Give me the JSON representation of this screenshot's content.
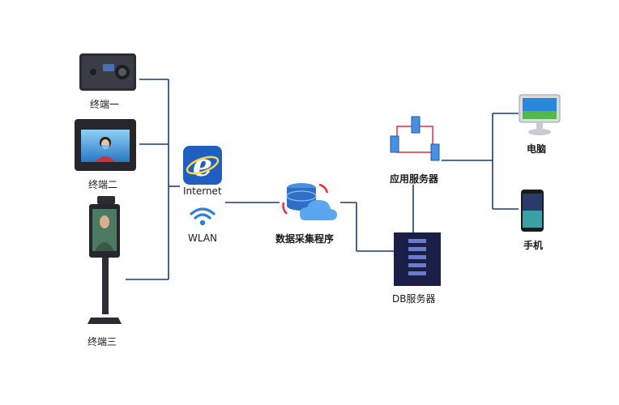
{
  "terminals": {
    "t1": "终端一",
    "t2": "终端二",
    "t3": "终端三"
  },
  "network": {
    "internet": "Internet",
    "wlan": "WLAN"
  },
  "collector": "数据采集程序",
  "app_server": "应用服务器",
  "db_server": "DB服务器",
  "clients": {
    "pc": "电脑",
    "phone": "手机"
  },
  "colors": {
    "line": "#1f3a6e",
    "accent": "#2f7ed8"
  }
}
